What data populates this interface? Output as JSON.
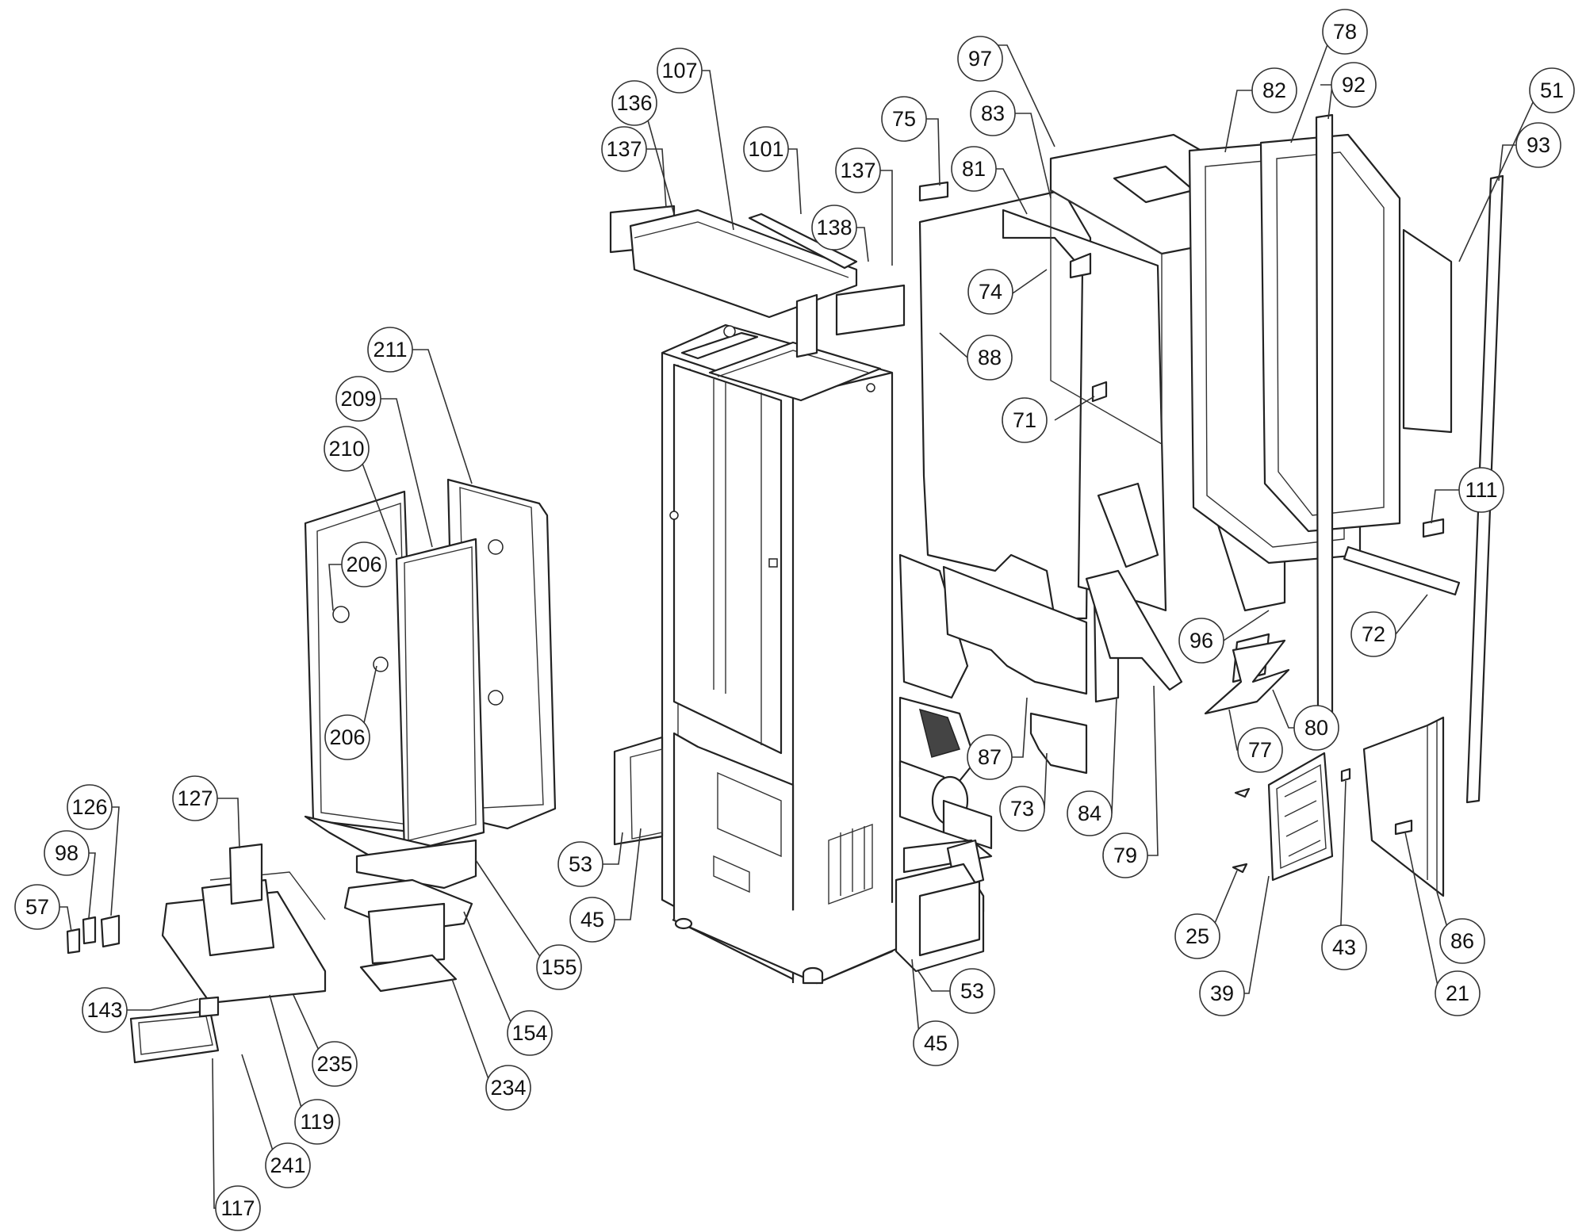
{
  "callouts": [
    "97",
    "78",
    "82",
    "92",
    "51",
    "93",
    "107",
    "136",
    "137",
    "101",
    "137",
    "138",
    "75",
    "81",
    "83",
    "74",
    "88",
    "71",
    "211",
    "209",
    "210",
    "206",
    "206",
    "111",
    "96",
    "72",
    "80",
    "77",
    "87",
    "73",
    "84",
    "79",
    "53",
    "45",
    "127",
    "126",
    "98",
    "57",
    "143",
    "155",
    "154",
    "234",
    "235",
    "119",
    "241",
    "117",
    "53",
    "45",
    "25",
    "43",
    "39",
    "21",
    "86"
  ]
}
